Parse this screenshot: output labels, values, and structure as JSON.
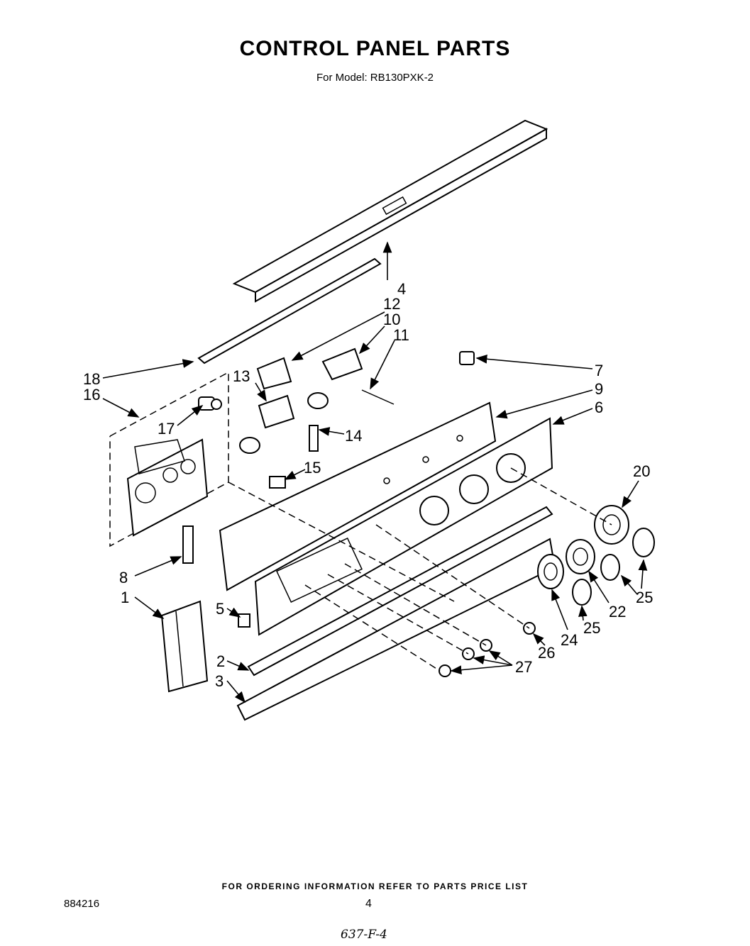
{
  "header": {
    "title": "CONTROL PANEL PARTS",
    "subtitle": "For Model: RB130PXK-2"
  },
  "callouts": [
    "1",
    "2",
    "3",
    "4",
    "5",
    "6",
    "7",
    "8",
    "9",
    "10",
    "11",
    "12",
    "13",
    "14",
    "15",
    "16",
    "17",
    "18",
    "20",
    "22",
    "24",
    "25",
    "25",
    "26",
    "27"
  ],
  "footer": {
    "note": "FOR ORDERING INFORMATION REFER TO PARTS PRICE LIST",
    "doc_number": "884216",
    "page_number": "4",
    "handwritten": "637-F-4"
  }
}
